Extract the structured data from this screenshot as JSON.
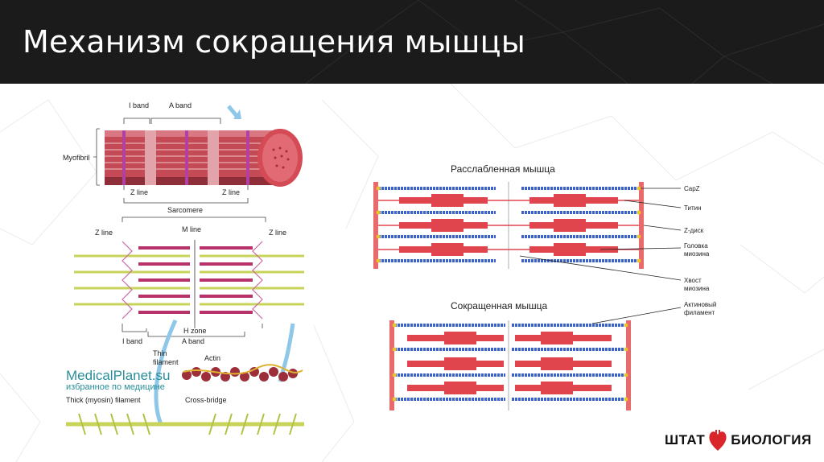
{
  "slide": {
    "title": "Механизм сокращения мышцы"
  },
  "left_figure": {
    "labels": {
      "i_band_top": "I band",
      "a_band_top": "A band",
      "myofibril": "Myofibril",
      "z_line_1": "Z line",
      "z_line_2": "Z line",
      "sarcomere": "Sarcomere",
      "m_line": "M line",
      "z_line_left": "Z line",
      "z_line_right": "Z line",
      "h_zone": "H zone",
      "i_band_bottom": "I band",
      "a_band_bottom": "A band",
      "thin": "Thin",
      "filament": "filament",
      "actin": "Actin",
      "thick_filament": "Thick (myosin) filament",
      "cross_bridge": "Cross-bridge"
    },
    "watermark": {
      "line1": "MedicalPlanet.su",
      "line2": "избранное по медицине"
    }
  },
  "right_figure": {
    "relaxed_title": "Расслабленная мышца",
    "contracted_title": "Сокращенная мышца",
    "labels": {
      "capz": "CapZ",
      "titin": "Титин",
      "z_disk": "Z-диск",
      "myosin_head_1": "Головка",
      "myosin_head_2": "миозина",
      "myosin_tail_1": "Хвост",
      "myosin_tail_2": "миозина",
      "actin_1": "Актиновый",
      "actin_2": "филамент"
    }
  },
  "logo": {
    "left": "ШТАТ",
    "right": "БИОЛОГИЯ"
  },
  "colors": {
    "header_bg": "#1b1b1b",
    "actin_blue": "#3a62c8",
    "myosin_red": "#e0454e",
    "thin_green": "#c8d35a",
    "logo_heart": "#d8262b"
  }
}
